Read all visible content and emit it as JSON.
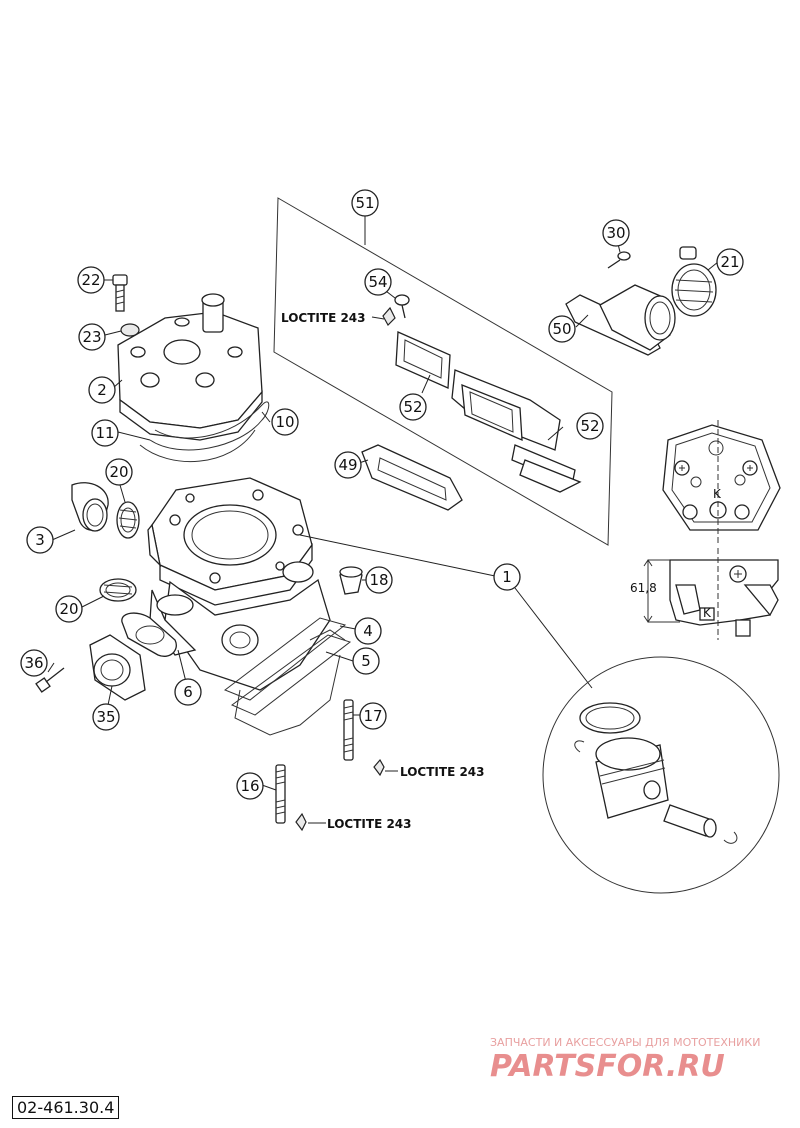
{
  "callouts": [
    {
      "label": "1"
    },
    {
      "label": "2"
    },
    {
      "label": "3"
    },
    {
      "label": "4"
    },
    {
      "label": "5"
    },
    {
      "label": "6"
    },
    {
      "label": "10"
    },
    {
      "label": "11"
    },
    {
      "label": "16"
    },
    {
      "label": "17"
    },
    {
      "label": "18"
    },
    {
      "label": "20"
    },
    {
      "label": "20"
    },
    {
      "label": "21"
    },
    {
      "label": "22"
    },
    {
      "label": "23"
    },
    {
      "label": "30"
    },
    {
      "label": "35"
    },
    {
      "label": "36"
    },
    {
      "label": "49"
    },
    {
      "label": "50"
    },
    {
      "label": "51"
    },
    {
      "label": "52"
    },
    {
      "label": "52"
    },
    {
      "label": "54"
    }
  ],
  "loctite": [
    "LOCTITE 243",
    "LOCTITE 243",
    "LOCTITE 243"
  ],
  "detail": {
    "dimension": "61,8",
    "mark_k": "K"
  },
  "watermark": {
    "tagline": "ЗАПЧАСТИ И АКСЕССУАРЫ ДЛЯ МОТОТЕХНИКИ",
    "logo": "PARTSFOR.RU"
  },
  "diagram_code": "02-461.30.4"
}
